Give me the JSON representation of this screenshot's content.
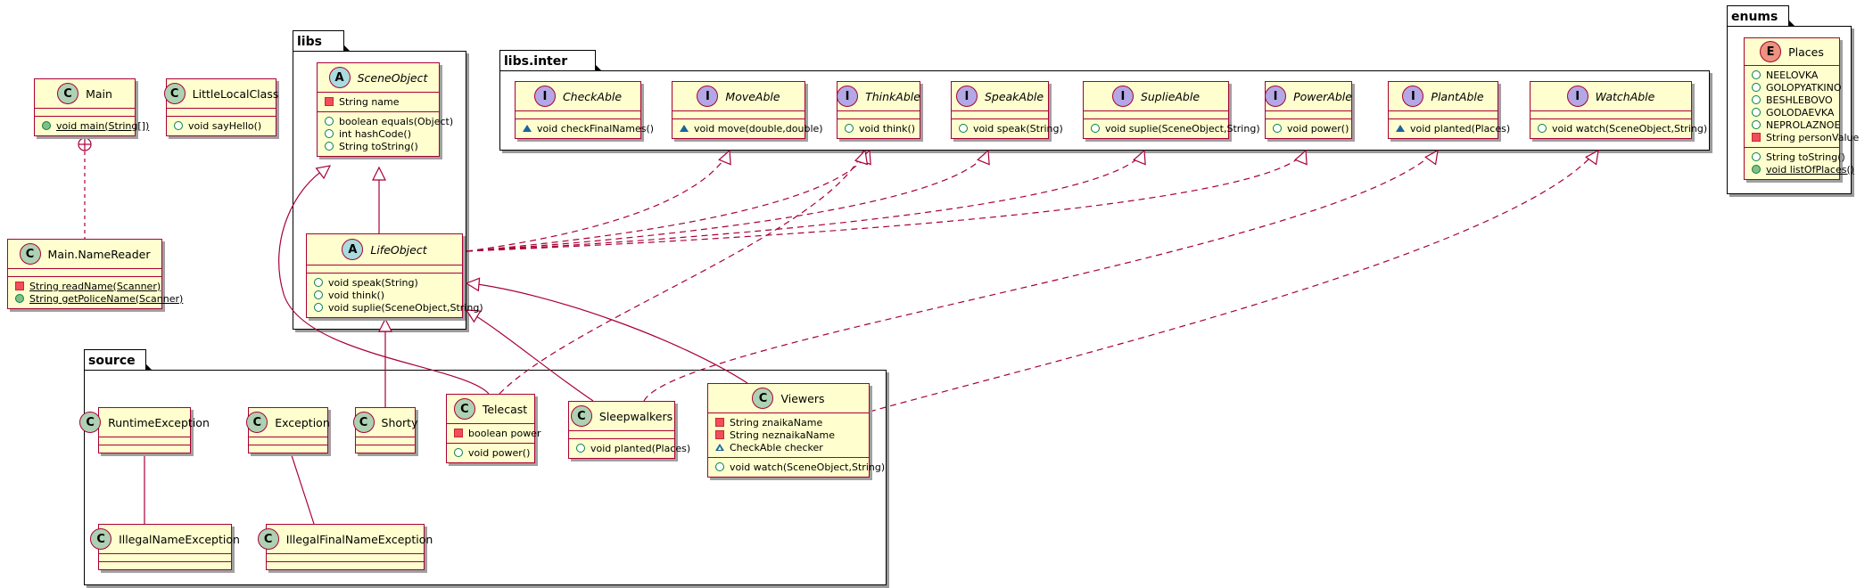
{
  "packages": {
    "libs": "libs",
    "libs_inter": "libs.inter",
    "source": "source",
    "enums": "enums"
  },
  "classes": {
    "main": {
      "badge": "C",
      "name": "Main",
      "methods": [
        "void main(String[])"
      ]
    },
    "little_local_class": {
      "badge": "C",
      "name": "LittleLocalClass",
      "methods": [
        "void sayHello()"
      ]
    },
    "name_reader": {
      "badge": "C",
      "name": "Main.NameReader",
      "methods": [
        "String readName(Scanner)",
        "String getPoliceName(Scanner)"
      ]
    },
    "scene_object": {
      "badge": "A",
      "name": "SceneObject",
      "fields": [
        "String name"
      ],
      "methods": [
        "boolean equals(Object)",
        "int hashCode()",
        "String toString()"
      ]
    },
    "life_object": {
      "badge": "A",
      "name": "LifeObject",
      "methods": [
        "void speak(String)",
        "void think()",
        "void suplie(SceneObject,String)"
      ]
    },
    "check_able": {
      "badge": "I",
      "name": "CheckAble",
      "methods": [
        "void checkFinalNames()"
      ]
    },
    "move_able": {
      "badge": "I",
      "name": "MoveAble",
      "methods": [
        "void move(double,double)"
      ]
    },
    "think_able": {
      "badge": "I",
      "name": "ThinkAble",
      "methods": [
        "void think()"
      ]
    },
    "speak_able": {
      "badge": "I",
      "name": "SpeakAble",
      "methods": [
        "void speak(String)"
      ]
    },
    "suplie_able": {
      "badge": "I",
      "name": "SuplieAble",
      "methods": [
        "void suplie(SceneObject,String)"
      ]
    },
    "power_able": {
      "badge": "I",
      "name": "PowerAble",
      "methods": [
        "void power()"
      ]
    },
    "plant_able": {
      "badge": "I",
      "name": "PlantAble",
      "methods": [
        "void planted(Places)"
      ]
    },
    "watch_able": {
      "badge": "I",
      "name": "WatchAble",
      "methods": [
        "void watch(SceneObject,String)"
      ]
    },
    "places": {
      "badge": "E",
      "name": "Places",
      "fields": [
        "NEELOVKA",
        "GOLOPYATKINO",
        "BESHLEBOVO",
        "GOLODAEVKA",
        "NEPROLAZNOE",
        "String personValue"
      ],
      "methods": [
        "String toString()",
        "void listOfPlaces()"
      ]
    },
    "runtime_exception": {
      "badge": "C",
      "name": "RuntimeException"
    },
    "exception": {
      "badge": "C",
      "name": "Exception"
    },
    "shorty": {
      "badge": "C",
      "name": "Shorty"
    },
    "telecast": {
      "badge": "C",
      "name": "Telecast",
      "fields": [
        "boolean power"
      ],
      "methods": [
        "void power()"
      ]
    },
    "sleepwalkers": {
      "badge": "C",
      "name": "Sleepwalkers",
      "methods": [
        "void planted(Places)"
      ]
    },
    "viewers": {
      "badge": "C",
      "name": "Viewers",
      "fields": [
        "String znaikaName",
        "String neznaikaName",
        "CheckAble checker"
      ],
      "methods": [
        "void watch(SceneObject,String)"
      ]
    },
    "illegal_name_exception": {
      "badge": "C",
      "name": "IllegalNameException"
    },
    "illegal_final_name_exception": {
      "badge": "C",
      "name": "IllegalFinalNameException"
    }
  },
  "colors": {
    "class_fill": "#fefece",
    "class_border": "#a80036",
    "edge": "#a80036",
    "badge_class": "#add1b2",
    "badge_abstract": "#a9dcdf",
    "badge_interface": "#b4a7e5",
    "badge_enum": "#eb937f"
  }
}
